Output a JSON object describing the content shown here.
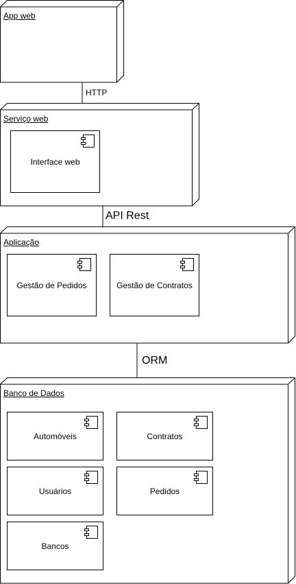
{
  "nodes": {
    "app_web": {
      "title": "App web"
    },
    "servico_web": {
      "title": "Serviço web",
      "components": [
        "Interface web"
      ]
    },
    "aplicacao": {
      "title": "Aplicação",
      "components": [
        "Gestão de Pedidos",
        "Gestão de Contratos"
      ]
    },
    "banco": {
      "title": "Banco de Dados",
      "components": [
        "Automóveis",
        "Contratos",
        "Usuários",
        "Pedidos",
        "Bancos"
      ]
    }
  },
  "connectors": {
    "http": "HTTP",
    "api_rest": "API Rest",
    "orm": "ORM"
  },
  "colors": {
    "stroke": "#000000",
    "fill": "#ffffff"
  }
}
